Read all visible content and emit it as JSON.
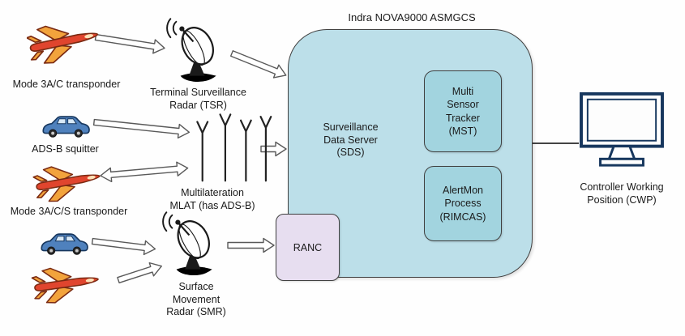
{
  "title": "Indra NOVA9000 ASMGCS",
  "aircraft_vehicles": {
    "mode3ac": "Mode 3A/C transponder",
    "adsb": "ADS-B squitter",
    "mode3acs": "Mode 3A/C/S transponder"
  },
  "sensors": {
    "tsr": "Terminal Surveillance Radar (TSR)",
    "mlat": "Multilateration MLAT (has ADS-B)",
    "smr": "Surface Movement Radar (SMR)"
  },
  "server": {
    "sds": "Surveillance Data Server (SDS)",
    "mst": "Multi Sensor Tracker (MST)",
    "alertmon": "AlertMon Process (RIMCAS)",
    "ranc": "RANC"
  },
  "workstation": {
    "cwp": "Controller Working Position (CWP)"
  },
  "icons": {
    "airplane": "airplane-icon",
    "car": "car-icon",
    "radar_dish": "radar-dish-icon",
    "antenna_array": "antenna-array-icon",
    "monitor": "monitor-icon"
  },
  "colors": {
    "server_box_fill": "#bcdfe9",
    "inner_box_fill": "#a2d4df",
    "ranc_box_fill": "#e7def0",
    "outline": "#404040",
    "arrow_fill": "#ffffff",
    "arrow_stroke": "#595959"
  }
}
